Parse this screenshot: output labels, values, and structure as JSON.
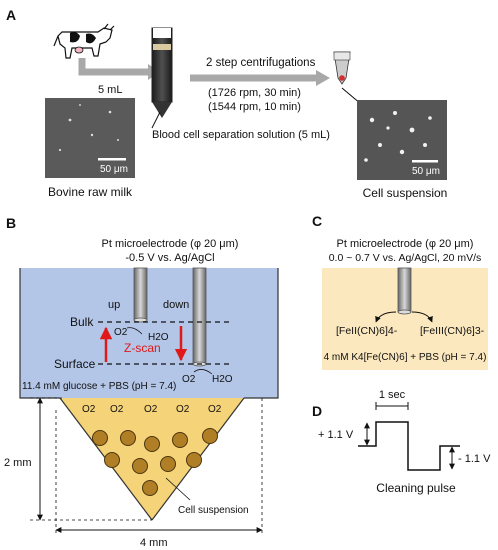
{
  "colors": {
    "blue_bath": "#b4c6e7",
    "yellow_bath": "#fbe8bf",
    "cone_fill": "#f5d378",
    "cell_fill": "#b07f25",
    "zscan_red": "#e01818",
    "arrow_gray": "#a8a8a8"
  },
  "panel_a": {
    "label": "A",
    "volume": "5 mL",
    "step_title": "2 step centrifugations",
    "step_1": "(1726 rpm, 30 min)",
    "step_2": "(1544 rpm, 10 min)",
    "separation_solution": "Blood cell separation solution (5 mL)",
    "scale_left": "50 μm",
    "scale_right": "50 μm",
    "caption_left": "Bovine raw milk",
    "caption_right": "Cell suspension"
  },
  "panel_b": {
    "label": "B",
    "electrode_title": "Pt microelectrode (φ 20 μm)",
    "potential": "-0.5 V vs. Ag/AgCl",
    "up": "up",
    "down": "down",
    "bulk": "Bulk",
    "surface": "Surface",
    "zscan": "Z-scan",
    "o2": "O2",
    "h2o": "H2O",
    "solution": "11.4 mM glucose + PBS (pH = 7.4)",
    "cell_suspension": "Cell suspension",
    "dim_height": "2 mm",
    "dim_width": "4 mm"
  },
  "panel_c": {
    "label": "C",
    "electrode_title": "Pt microelectrode (φ 20 μm)",
    "conditions": "0.0 ~ 0.7 V vs. Ag/AgCl, 20 mV/s",
    "fe_left": "[FeII(CN)6]4-",
    "fe_right": "[FeIII(CN)6]3-",
    "solution": "4 mM K4[Fe(CN)6] + PBS (pH = 7.4)"
  },
  "panel_d": {
    "label": "D",
    "time": "1 sec",
    "plus": "+ 1.1 V",
    "minus": "- 1.1 V",
    "caption": "Cleaning pulse"
  }
}
